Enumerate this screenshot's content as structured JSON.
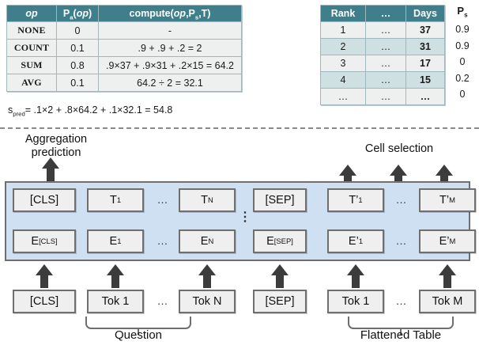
{
  "agg_table": {
    "headers": [
      "op",
      "Pa(op)",
      "compute(op,Ps,T)"
    ],
    "rows": [
      {
        "op": "NONE",
        "pa": "0",
        "compute": "-"
      },
      {
        "op": "COUNT",
        "pa": "0.1",
        "compute": ".9 + .9 + .2 = 2"
      },
      {
        "op": "SUM",
        "pa": "0.8",
        "compute": ".9×37 + .9×31 + .2×15 = 64.2"
      },
      {
        "op": "AVG",
        "pa": "0.1",
        "compute": "64.2 ÷ 2 = 32.1"
      }
    ],
    "formula": "= .1×2 + .8×64.2 + .1×32.1 = 54.8",
    "formula_symbol": "s",
    "formula_sub": "pred"
  },
  "data_table": {
    "headers": [
      "Rank",
      "…",
      "Days"
    ],
    "rows": [
      {
        "rank": "1",
        "dots": "…",
        "days": "37"
      },
      {
        "rank": "2",
        "dots": "…",
        "days": "31"
      },
      {
        "rank": "3",
        "dots": "…",
        "days": "17"
      },
      {
        "rank": "4",
        "dots": "…",
        "days": "15"
      },
      {
        "rank": "…",
        "dots": "…",
        "days": "…"
      }
    ]
  },
  "ps_column": {
    "header": "P",
    "header_sub": "s",
    "values": [
      "0.9",
      "0.9",
      "0",
      "0.2",
      "0"
    ]
  },
  "labels": {
    "aggregation_prediction": "Aggregation\nprediction",
    "cell_selection": "Cell selection",
    "question": "Question",
    "flattened_table": "Flattened Table"
  },
  "encoder": {
    "hidden_row": [
      {
        "text": "[CLS]",
        "sub": ""
      },
      {
        "text": "T",
        "sub": "1"
      },
      {
        "text": "T",
        "sub": "N"
      },
      {
        "text": "[SEP]",
        "sub": ""
      },
      {
        "text": "T’",
        "sub": "1"
      },
      {
        "text": "T’",
        "sub": "M"
      }
    ],
    "embedding_row": [
      {
        "text": "E",
        "sub": "[CLS]"
      },
      {
        "text": "E",
        "sub": "1"
      },
      {
        "text": "E",
        "sub": "N"
      },
      {
        "text": "E",
        "sub": "[SEP]"
      },
      {
        "text": "E’",
        "sub": "1"
      },
      {
        "text": "E’",
        "sub": "M"
      }
    ],
    "ellipsis": "…",
    "vertical_dots": "⋮"
  },
  "input_row": [
    {
      "text": "[CLS]"
    },
    {
      "text": "Tok 1"
    },
    {
      "text": "Tok N"
    },
    {
      "text": "[SEP]"
    },
    {
      "text": "Tok 1"
    },
    {
      "text": "Tok M"
    }
  ],
  "colors": {
    "table_header": "#3f7f8c",
    "table_row_alt": "#cfe0e3",
    "encoder_fill": "#cfe0f2",
    "node_fill": "#efefef",
    "arrow": "#3c3c3c"
  }
}
